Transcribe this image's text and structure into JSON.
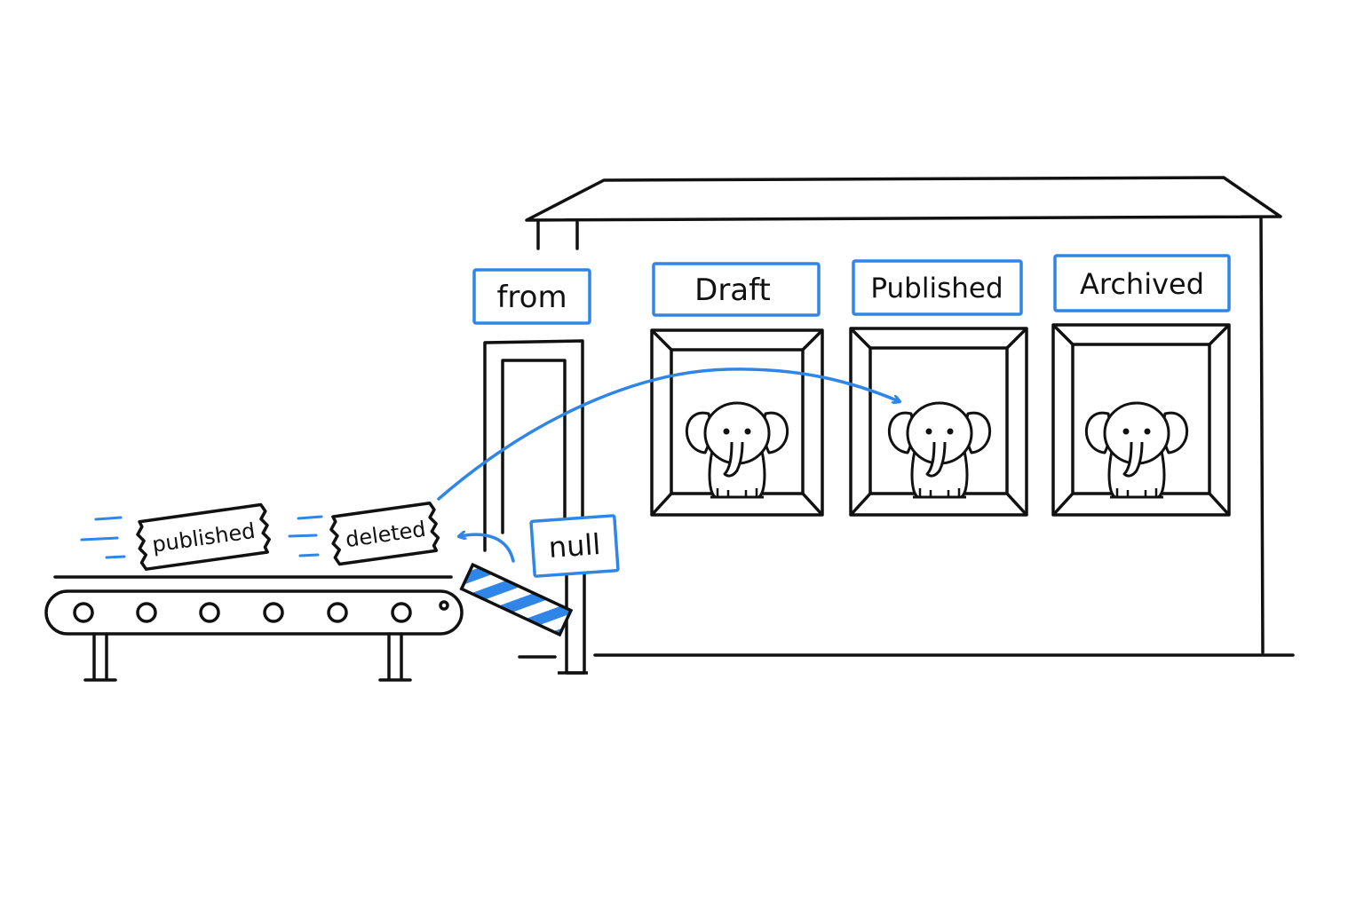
{
  "colors": {
    "accent": "#2f86e6",
    "ink": "#111111",
    "background": "#ffffff"
  },
  "signs": {
    "from": "from",
    "draft": "Draft",
    "published": "Published",
    "archived": "Archived",
    "null": "null"
  },
  "tickets": {
    "first": "published",
    "second": "deleted"
  },
  "windows": [
    {
      "name": "draft-window",
      "occupant": "elephant"
    },
    {
      "name": "published-window",
      "occupant": "elephant"
    },
    {
      "name": "archived-window",
      "occupant": "elephant"
    }
  ]
}
